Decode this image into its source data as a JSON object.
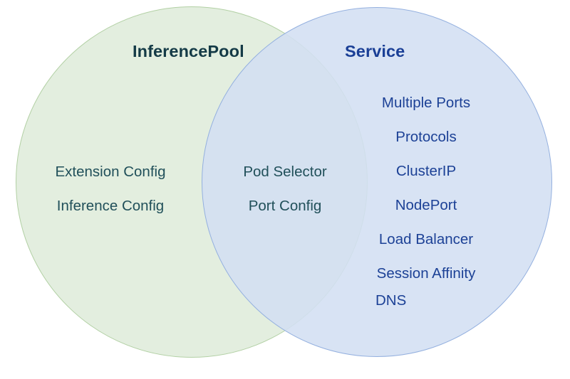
{
  "diagram": {
    "type": "venn",
    "title_left": "InferencePool",
    "title_right": "Service",
    "colors": {
      "left_fill": "#e3eedf",
      "left_stroke": "#b2d0a4",
      "right_fill": "#d3dff3",
      "right_stroke": "#94b0df",
      "intersection_fill": "#d8e5dc",
      "left_text": "#21505a",
      "left_title_text": "#143a46",
      "right_text": "#1c4196",
      "right_title_text": "#1a3f96",
      "background": "#ffffff"
    },
    "left_only": [
      {
        "label": "Extension Config"
      },
      {
        "label": "Inference Config"
      }
    ],
    "intersection": [
      {
        "label": "Pod Selector"
      },
      {
        "label": "Port Config"
      }
    ],
    "right_only": [
      {
        "label": "Multiple Ports"
      },
      {
        "label": "Protocols"
      },
      {
        "label": "ClusterIP"
      },
      {
        "label": "NodePort"
      },
      {
        "label": "Load Balancer"
      },
      {
        "label": "Session Affinity"
      },
      {
        "label": "DNS"
      }
    ]
  }
}
